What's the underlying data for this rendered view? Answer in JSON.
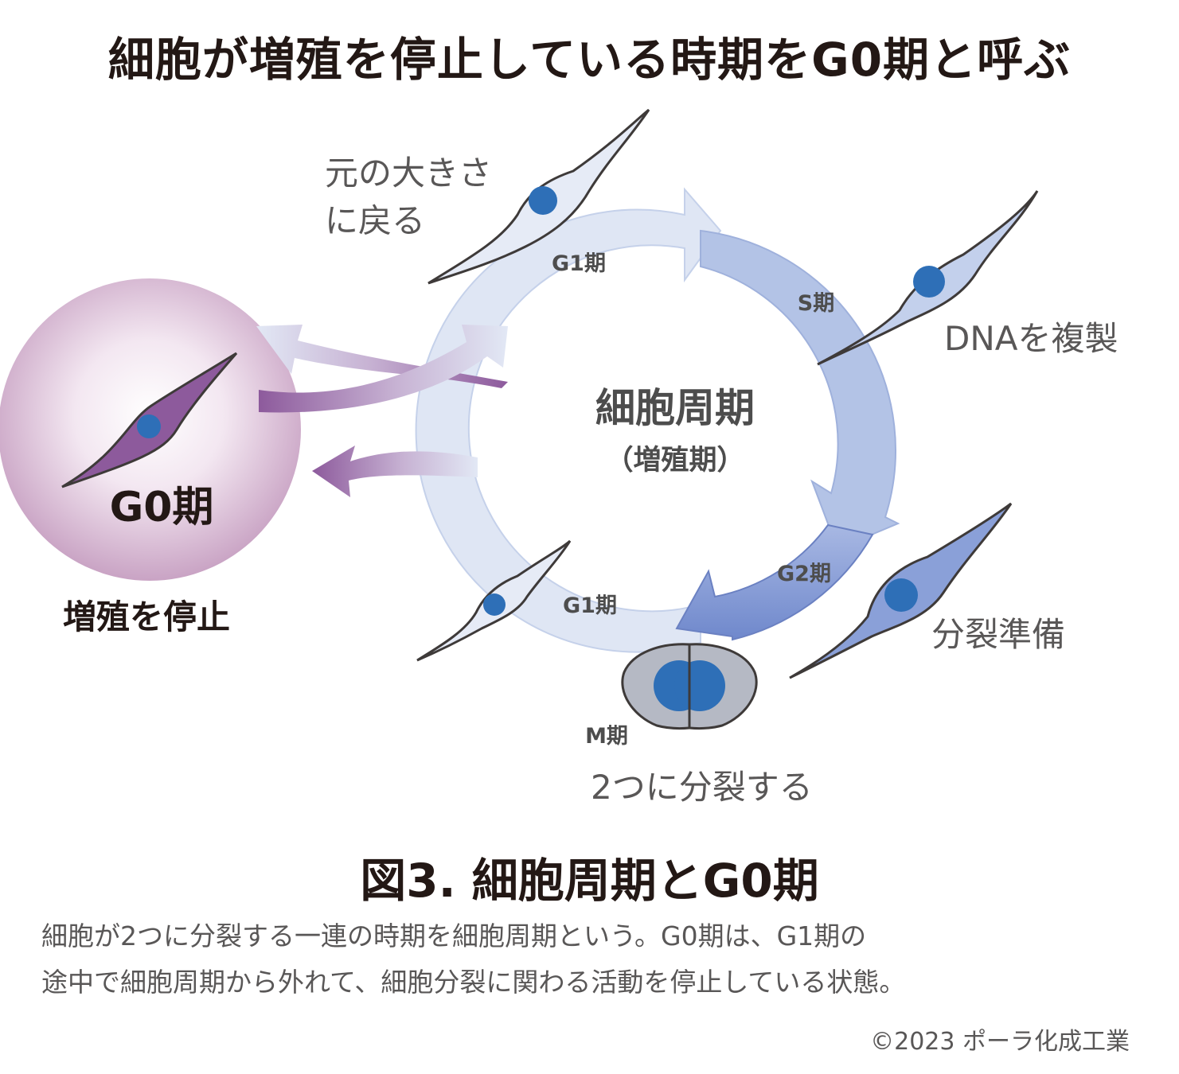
{
  "headline": "細胞が増殖を停止している時期をG0期と呼ぶ",
  "cycle": {
    "center_title": "細胞周期",
    "center_subtitle": "（増殖期）",
    "phase_g1_top": "G1期",
    "phase_s": "S期",
    "phase_g2": "G2期",
    "phase_g1_bottom": "G1期",
    "phase_m": "M期"
  },
  "g0": {
    "label": "G0期",
    "caption": "増殖を停止"
  },
  "annotations": {
    "return_size_line1": "元の大きさ",
    "return_size_line2": "に戻る",
    "dna_replication": "DNAを複製",
    "division_prep": "分裂準備",
    "split_in_two": "2つに分裂する"
  },
  "figure": {
    "title": "図3. 細胞周期とG0期",
    "description_line1": "細胞が2つに分裂する一連の時期を細胞周期という。G0期は、G1期の",
    "description_line2": "途中で細胞周期から外れて、細胞分裂に関わる活動を停止している状態。",
    "copyright": "©2023 ポーラ化成工業"
  },
  "colors": {
    "g1_light": "#dfe6f4",
    "s_medium": "#b3c3e6",
    "g2_dark": "#7b93d2",
    "nucleus": "#2e6fb7",
    "g0_purple": "#8d5a9c",
    "g0_circle": "#dcc0d8",
    "text_dark": "#231815",
    "text_gray": "#595757",
    "label_gray": "#4d4d4d"
  }
}
